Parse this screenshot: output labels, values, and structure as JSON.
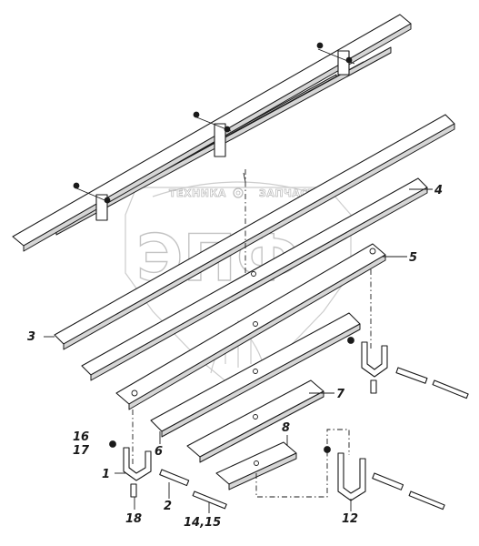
{
  "watermark": {
    "brand_line": "ТЕХНИКА ЗАПЧАСТИ",
    "brand_left": "ТЕХНИКА",
    "brand_right": "ЗАПЧАСТИ",
    "logo_letters": "ЭПФ"
  },
  "callouts": [
    {
      "id": "1",
      "text": "1"
    },
    {
      "id": "2",
      "text": "2"
    },
    {
      "id": "3",
      "text": "3"
    },
    {
      "id": "4",
      "text": "4"
    },
    {
      "id": "5",
      "text": "5"
    },
    {
      "id": "6",
      "text": "6"
    },
    {
      "id": "7",
      "text": "7"
    },
    {
      "id": "8",
      "text": "8"
    },
    {
      "id": "12",
      "text": "12"
    },
    {
      "id": "14_15",
      "text": "14,15"
    },
    {
      "id": "16",
      "text": "16"
    },
    {
      "id": "17",
      "text": "17"
    },
    {
      "id": "18",
      "text": "18"
    }
  ]
}
